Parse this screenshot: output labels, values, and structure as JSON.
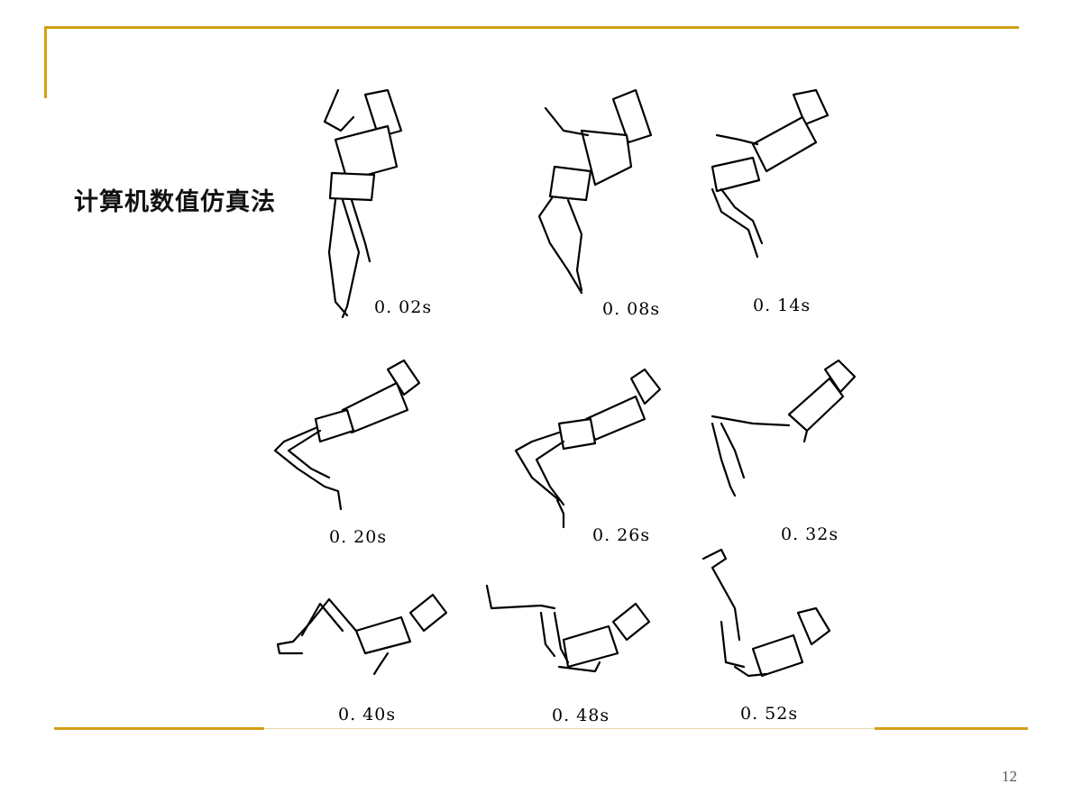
{
  "slide": {
    "title": "计算机数值仿真法",
    "page_number": "12"
  },
  "figure": {
    "frames": [
      {
        "label": "0. 02s"
      },
      {
        "label": "0. 08s"
      },
      {
        "label": "0. 14s"
      },
      {
        "label": "0. 20s"
      },
      {
        "label": "0. 26s"
      },
      {
        "label": "0. 32s"
      },
      {
        "label": "0. 40s"
      },
      {
        "label": "0. 48s"
      },
      {
        "label": "0. 52s"
      }
    ]
  },
  "colors": {
    "accent_rule": "#d4a017",
    "text": "#111111",
    "page_number": "#555555"
  }
}
